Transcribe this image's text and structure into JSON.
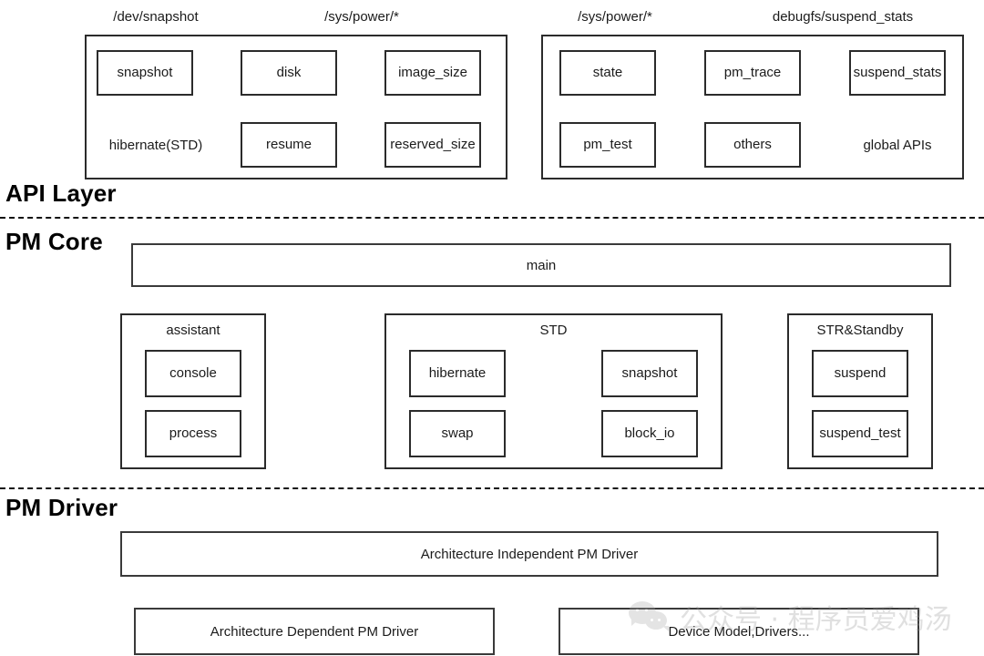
{
  "diagram": {
    "title_labels": {
      "api_layer": "API Layer",
      "pm_core": "PM Core",
      "pm_driver": "PM Driver"
    },
    "api_layer": {
      "column_headers": [
        {
          "text": "/dev/snapshot"
        },
        {
          "text": "/sys/power/*"
        },
        {
          "text": "/sys/power/*"
        },
        {
          "text": "debugfs/suspend_stats"
        }
      ],
      "left_group": {
        "row1": [
          "snapshot",
          "disk",
          "image_size"
        ],
        "row2_label": "hibernate(STD)",
        "row2": [
          "resume",
          "reserved_size"
        ]
      },
      "right_group": {
        "row1": [
          "state",
          "pm_trace",
          "suspend_stats"
        ],
        "row2": [
          "pm_test",
          "others"
        ],
        "row2_label": "global APIs"
      }
    },
    "pm_core": {
      "main_box": "main",
      "groups": [
        {
          "title": "assistant",
          "items": [
            "console",
            "process"
          ]
        },
        {
          "title": "STD",
          "col_left": [
            "hibernate",
            "swap"
          ],
          "col_right": [
            "snapshot",
            "block_io"
          ]
        },
        {
          "title": "STR&Standby",
          "items": [
            "suspend",
            "suspend_test"
          ]
        }
      ]
    },
    "pm_driver": {
      "independent": "Architecture Independent PM Driver",
      "dependent": "Architecture Dependent PM Driver",
      "device_model": "Device Model,Drivers..."
    },
    "watermark": {
      "icon": "wechat-logo-icon",
      "text": "公众号 · 程序员爱鸡汤"
    }
  }
}
